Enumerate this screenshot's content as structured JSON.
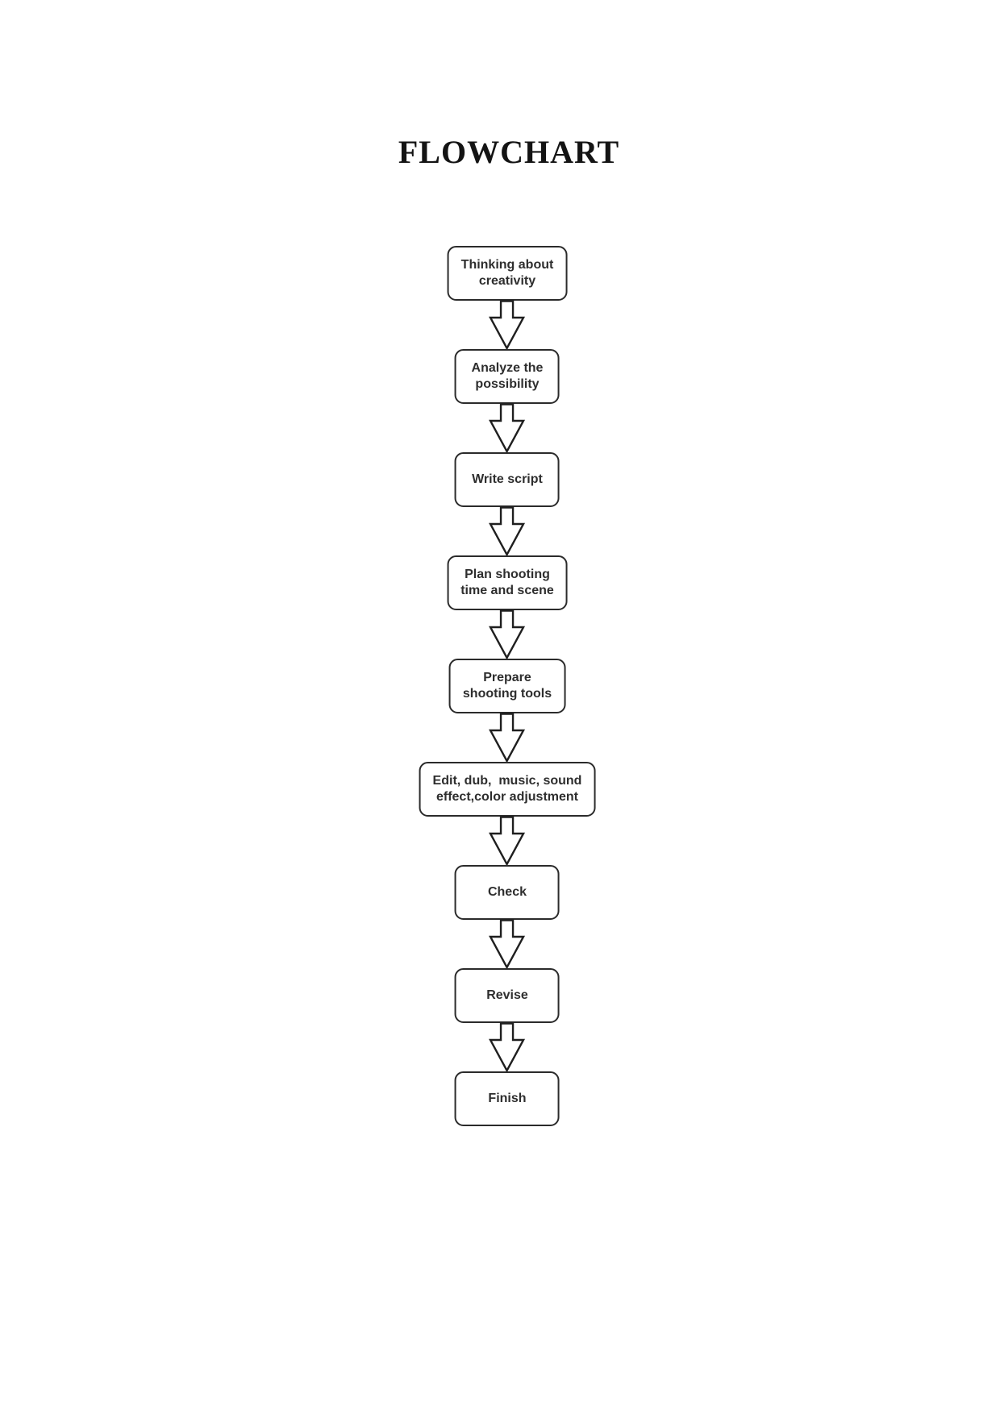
{
  "page": {
    "title": "FLOWCHART"
  },
  "flowchart": {
    "direction": "top-down",
    "connector_style": "hollow-block-arrow",
    "colors": {
      "box_fill": "#ffffff",
      "box_border": "#2b2b2b",
      "text": "#2e2e2e",
      "title_text": "#141414",
      "page_background": "#ffffff"
    },
    "nodes": [
      {
        "label": "Thinking about\ncreativity"
      },
      {
        "label": "Analyze the\npossibility"
      },
      {
        "label": "Write script"
      },
      {
        "label": "Plan shooting\ntime and scene"
      },
      {
        "label": "Prepare\nshooting tools"
      },
      {
        "label": "Edit, dub,  music, sound\neffect,color adjustment"
      },
      {
        "label": "Check"
      },
      {
        "label": "Revise"
      },
      {
        "label": "Finish"
      }
    ]
  }
}
